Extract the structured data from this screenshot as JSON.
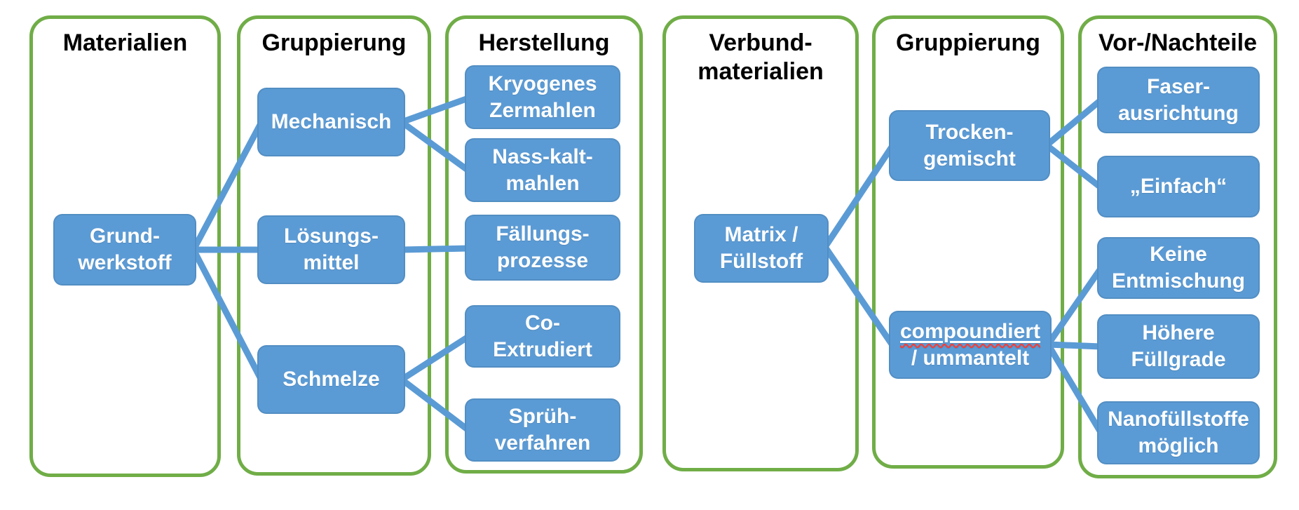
{
  "diagram": {
    "colors": {
      "node_fill": "#5B9BD5",
      "node_text": "#ffffff",
      "column_border": "#70AD47",
      "title_text": "#000000",
      "connector": "#5B9BD5",
      "spellcheck_underline": "#ff3b30"
    },
    "columns": {
      "materialien": {
        "title": "Materialien"
      },
      "gruppierung_links": {
        "title": "Gruppierung"
      },
      "herstellung": {
        "title": "Herstellung"
      },
      "verbundmaterialien": {
        "title_line1": "Verbund-",
        "title_line2": "materialien"
      },
      "gruppierung_rechts": {
        "title": "Gruppierung"
      },
      "vor_nachteile": {
        "title": "Vor-/Nachteile"
      }
    },
    "nodes": {
      "grundwerkstoff": {
        "line1": "Grund-",
        "line2": "werkstoff"
      },
      "mechanisch": {
        "line1": "Mechanisch"
      },
      "loesungsmittel": {
        "line1": "Lösungs-",
        "line2": "mittel"
      },
      "schmelze": {
        "line1": "Schmelze"
      },
      "kryogenes_zermahlen": {
        "line1": "Kryogenes",
        "line2": "Zermahlen"
      },
      "nass_kalt_mahlen": {
        "line1": "Nass-kalt-",
        "line2": "mahlen"
      },
      "faellungsprozesse": {
        "line1": "Fällungs-",
        "line2": "prozesse"
      },
      "co_extrudiert": {
        "line1": "Co-",
        "line2": "Extrudiert"
      },
      "spruehverfahren": {
        "line1": "Sprüh-",
        "line2": "verfahren"
      },
      "matrix_fuellstoff": {
        "line1": "Matrix /",
        "line2": "Füllstoff"
      },
      "trocken_gemischt": {
        "line1": "Trocken-",
        "line2": "gemischt"
      },
      "compoundiert_ummantelt": {
        "line1": "compoundiert",
        "line2": "/ ummantelt"
      },
      "faserausrichtung": {
        "line1": "Faser-",
        "line2": "ausrichtung"
      },
      "einfach": {
        "line1": "„Einfach“"
      },
      "keine_entmischung": {
        "line1": "Keine",
        "line2": "Entmischung"
      },
      "hoehere_fuellgrade": {
        "line1": "Höhere",
        "line2": "Füllgrade"
      },
      "nanofuellstoffe": {
        "line1": "Nanofüllstoffe",
        "line2": "möglich"
      }
    },
    "edges": [
      {
        "from": "grundwerkstoff",
        "to": "mechanisch"
      },
      {
        "from": "grundwerkstoff",
        "to": "loesungsmittel"
      },
      {
        "from": "grundwerkstoff",
        "to": "schmelze"
      },
      {
        "from": "mechanisch",
        "to": "kryogenes_zermahlen"
      },
      {
        "from": "mechanisch",
        "to": "nass_kalt_mahlen"
      },
      {
        "from": "loesungsmittel",
        "to": "faellungsprozesse"
      },
      {
        "from": "schmelze",
        "to": "co_extrudiert"
      },
      {
        "from": "schmelze",
        "to": "spruehverfahren"
      },
      {
        "from": "matrix_fuellstoff",
        "to": "trocken_gemischt"
      },
      {
        "from": "matrix_fuellstoff",
        "to": "compoundiert_ummantelt"
      },
      {
        "from": "trocken_gemischt",
        "to": "faserausrichtung"
      },
      {
        "from": "trocken_gemischt",
        "to": "einfach"
      },
      {
        "from": "compoundiert_ummantelt",
        "to": "keine_entmischung"
      },
      {
        "from": "compoundiert_ummantelt",
        "to": "hoehere_fuellgrade"
      },
      {
        "from": "compoundiert_ummantelt",
        "to": "nanofuellstoffe"
      }
    ]
  }
}
